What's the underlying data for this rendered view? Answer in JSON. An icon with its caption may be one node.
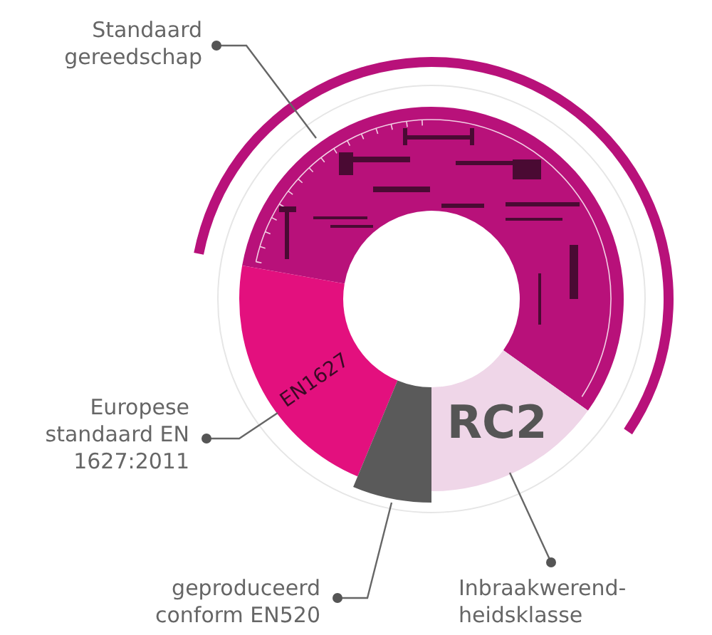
{
  "diagram": {
    "nodes": [
      {
        "text": [
          "Standaard gereedschap"
        ]
      },
      {
        "text": [],
        "shape": "wedge"
      },
      {
        "text": [
          "Europese standaard EN 1627:2011"
        ]
      },
      {
        "text": [
          "EN1627"
        ]
      },
      {
        "text": [
          "geproduceerd conform EN520"
        ]
      },
      {
        "text": [],
        "shape": "wedge"
      },
      {
        "text": [
          "Inbraakwerend- heidsklasse"
        ]
      },
      {
        "text": [
          "RC2"
        ]
      }
    ],
    "edges": [
      {
        "from": 0,
        "to": 1,
        "arrow": "other"
      },
      {
        "from": 2,
        "to": 3,
        "arrow": "other"
      },
      {
        "from": 4,
        "to": 5,
        "arrow": "other"
      },
      {
        "from": 6,
        "to": 7,
        "arrow": "other"
      }
    ]
  }
}
